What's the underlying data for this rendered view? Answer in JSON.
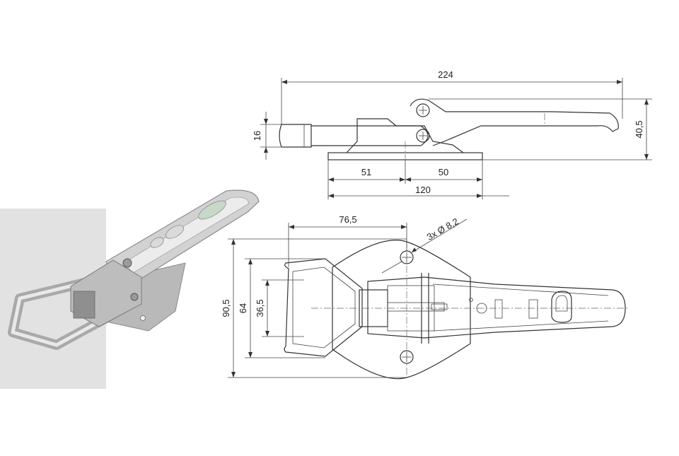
{
  "photo": {
    "background_color": "#e2e2e2"
  },
  "side_view": {
    "overall_length": "224",
    "height_left": "16",
    "height_right": "40,5",
    "base_left": "51",
    "base_right": "50",
    "base_total": "120"
  },
  "top_view": {
    "hole_offset": "76,5",
    "hole_spec": "3x Ø 8,2",
    "height_total": "90,5",
    "height_mid": "64",
    "height_inner": "36,5"
  },
  "colors": {
    "line": "#333333",
    "metal_light": "#d8d8d8",
    "metal_dark": "#8a8a8a"
  }
}
